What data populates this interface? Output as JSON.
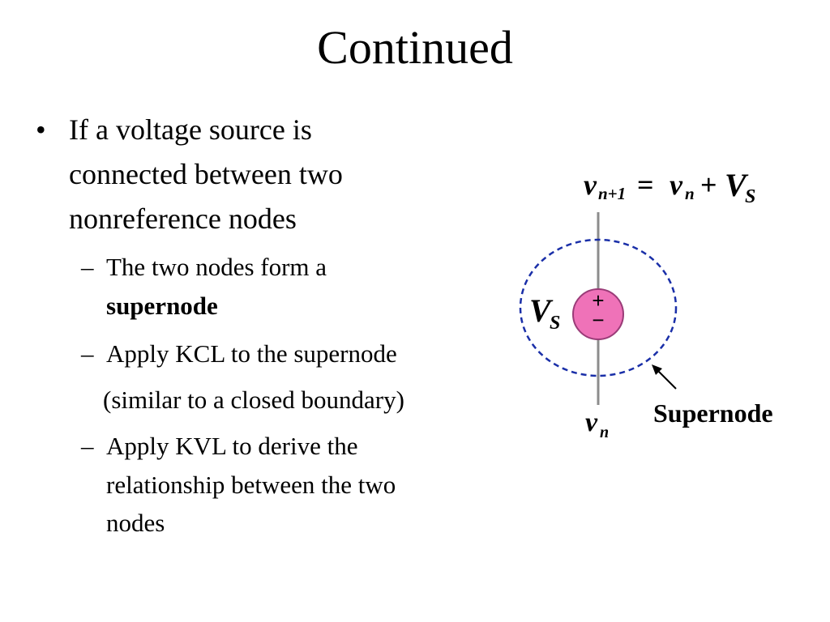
{
  "slide": {
    "title": "Continued",
    "bullet": {
      "symbol": "•",
      "lines": [
        "If a voltage source is",
        "connected between two",
        "nonreference nodes"
      ]
    },
    "subbullets": [
      {
        "dash": "–",
        "lines": [
          "The two nodes form a"
        ],
        "bold_line": "supernode"
      },
      {
        "dash": "–",
        "lines": [
          "Apply KCL to the supernode"
        ]
      },
      {
        "lines": [
          "(similar to a closed boundary)"
        ]
      },
      {
        "dash": "–",
        "lines": [
          "Apply KVL to derive the",
          "relationship between the two",
          "nodes"
        ]
      }
    ]
  },
  "diagram": {
    "equation": {
      "v": "v",
      "sub1": "n+1",
      "equals": "=",
      "v2": "v",
      "sub2": "n",
      "plus": "+",
      "V": "V",
      "sub3": "S"
    },
    "source_label": {
      "V": "V",
      "sub": "S"
    },
    "source_plus": "+",
    "source_minus": "−",
    "bottom_node": {
      "v": "v",
      "sub": "n"
    },
    "supernode_label": "Supernode",
    "colors": {
      "source_fill": "#ef72b8",
      "source_stroke": "#9a3c78",
      "boundary": "#1a2fa8",
      "wire": "#8c8c8c"
    }
  }
}
